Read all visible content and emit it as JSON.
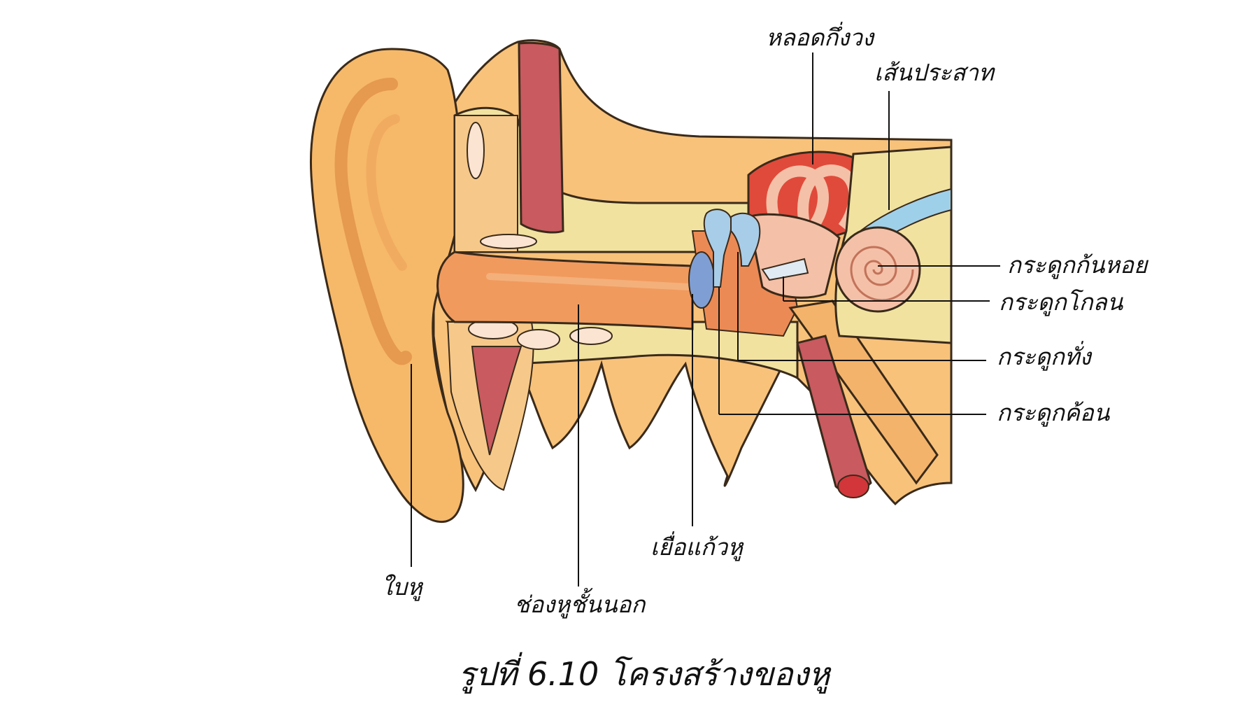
{
  "diagram": {
    "caption": "รูปที่ 6.10 โครงสร้างของหู",
    "labels": {
      "semicircular_canals": "หลอดกึ่งวง",
      "nerve": "เส้นประสาท",
      "cochlea": "กระดูกก้นหอย",
      "stapes": "กระดูกโกลน",
      "incus": "กระดูกทั่ง",
      "malleus": "กระดูกค้อน",
      "eardrum": "เยื่อแก้วหู",
      "pinna": "ใบหู",
      "ear_canal": "ช่องหูชั้นนอก"
    },
    "colors": {
      "skin": "#f8c27a",
      "skin_dark": "#e9a258",
      "bone": "#f1e2a0",
      "canal": "#f19a5e",
      "muscle": "#c85a60",
      "inner_red": "#e04a3a",
      "cochlea": "#f4c0a8",
      "ossicle": "#a8cde8",
      "eardrum": "#7f9fd4",
      "outline": "#3a2a1a"
    }
  }
}
